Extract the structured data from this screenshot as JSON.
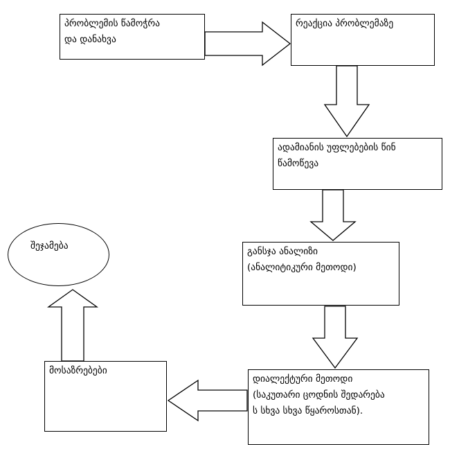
{
  "diagram": {
    "colors": {
      "stroke": "#000000",
      "fill": "#ffffff"
    },
    "nodes": {
      "problem": {
        "lines": [
          "პრობლემის წამოჭრა",
          "და დანახვა"
        ]
      },
      "reaction": {
        "lines": [
          "რეაქცია პრობლემაზე"
        ]
      },
      "rights": {
        "lines": [
          "ადამიანის უფლებების წინ",
          "წამოწევა"
        ]
      },
      "analysis": {
        "lines": [
          "განსჯა ანალიზი",
          "(ანალიტიკური მეთოდი)"
        ]
      },
      "dialectic": {
        "lines": [
          "დიალექტური მეთოდი",
          "(საკუთარი ცოდნის შედარება",
          "ს სხვა სხვა წყაროსთან)."
        ]
      },
      "reasoning": {
        "lines": [
          "მოსაზრებები"
        ]
      },
      "summary": {
        "lines": [
          "შეჯამება"
        ]
      }
    },
    "arrows": [
      {
        "from": "problem",
        "to": "reaction",
        "direction": "right"
      },
      {
        "from": "reaction",
        "to": "rights",
        "direction": "down"
      },
      {
        "from": "rights",
        "to": "analysis",
        "direction": "down"
      },
      {
        "from": "analysis",
        "to": "dialectic",
        "direction": "down"
      },
      {
        "from": "dialectic",
        "to": "reasoning",
        "direction": "left"
      },
      {
        "from": "reasoning",
        "to": "summary",
        "direction": "up"
      }
    ]
  }
}
